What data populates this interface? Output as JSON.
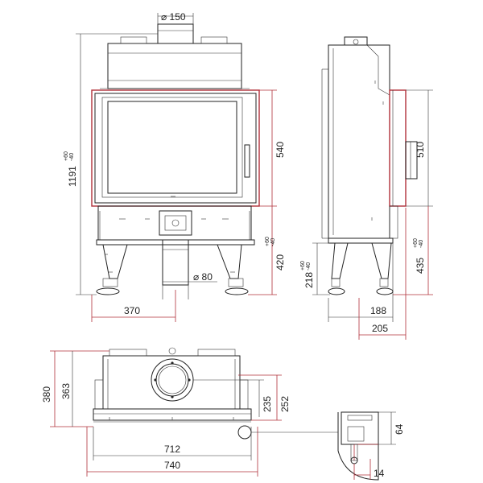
{
  "front_view": {
    "flue_diameter": "⌀ 150",
    "total_height": "1191",
    "total_height_tol_plus": "+60",
    "total_height_tol_minus": "-40",
    "glass_height": "540",
    "base_height": "420",
    "base_height_tol_plus": "+60",
    "base_height_tol_minus": "-40",
    "air_inlet_diameter": "⌀ 80",
    "width_to_centre": "370"
  },
  "side_view": {
    "door_height": "510",
    "leg_height": "218",
    "leg_height_tol_plus": "+60",
    "leg_height_tol_minus": "-40",
    "base_to_door": "435",
    "base_to_door_tol_plus": "+60",
    "base_to_door_tol_minus": "-40",
    "depth_inner": "188",
    "depth_outer": "205"
  },
  "top_view": {
    "depth_total": "380",
    "depth_body": "363",
    "flue_offset": "235",
    "front_offset": "252",
    "width_inner": "712",
    "width_outer": "740"
  },
  "detail_view": {
    "frame_height": "64",
    "frame_depth": "14"
  }
}
